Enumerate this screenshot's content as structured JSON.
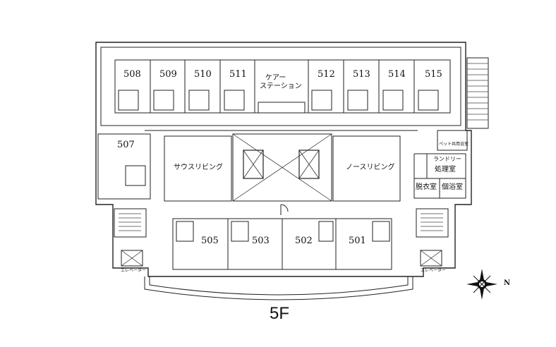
{
  "floor_label": "5F",
  "north_label": "N",
  "rooms_north": [
    "508",
    "509",
    "510",
    "511",
    "512",
    "513",
    "514",
    "515"
  ],
  "rooms_south": [
    "505",
    "503",
    "502",
    "501"
  ],
  "room_west": "507",
  "care_station_line1": "ケアー",
  "care_station_line2": "ステーション",
  "south_living": "サウスリビング",
  "north_living": "ノースリビング",
  "pet_bath": "ペット共用浴室",
  "laundry": "ランドリー",
  "disposal": "処理室",
  "changing": "脱衣室",
  "private_bath": "個浴室",
  "elevator_left": "エレベーター",
  "elevator_right": "エレベーター"
}
